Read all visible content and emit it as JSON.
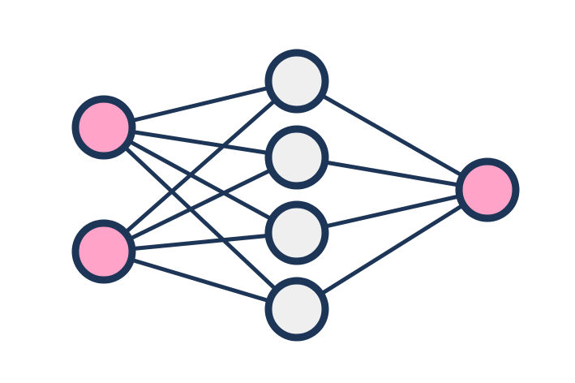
{
  "diagram": {
    "type": "neural-network",
    "layers": [
      {
        "name": "input",
        "size": 2
      },
      {
        "name": "hidden",
        "size": 4
      },
      {
        "name": "output",
        "size": 1
      }
    ],
    "connectivity": "fully-connected",
    "colors": {
      "background": "#ffffff",
      "stroke": "#1d3557",
      "input_fill": "#ffa3c8",
      "hidden_fill": "#efefef",
      "output_fill": "#ffa3c8"
    }
  }
}
